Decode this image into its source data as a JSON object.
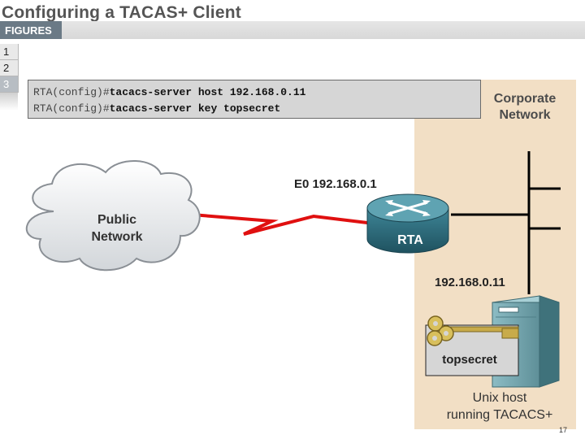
{
  "title": "Configuring a TACAS+ Client",
  "figures_button": "FIGURES",
  "tabs": [
    "1",
    "2",
    "3"
  ],
  "active_tab": "3",
  "commands": [
    {
      "prompt": "RTA(config)#",
      "text": "tacacs-server host 192.168.0.11"
    },
    {
      "prompt": "RTA(config)#",
      "text": "tacacs-server key topsecret"
    }
  ],
  "diagram": {
    "corporate_network": [
      "Corporate",
      "Network"
    ],
    "public_network": [
      "Public",
      "Network"
    ],
    "router_name": "RTA",
    "router_interface": "E0 192.168.0.1",
    "server_ip": "192.168.0.11",
    "key_label": "topsecret",
    "server_caption": [
      "Unix host",
      "running TACACS+"
    ]
  },
  "page_number": "17",
  "colors": {
    "corporate_zone": "#f2dfc5",
    "serial_link": "#e01010",
    "router": "#3e7f8f",
    "server": "#6d9fa8",
    "figures_button": "#6b7a86"
  }
}
